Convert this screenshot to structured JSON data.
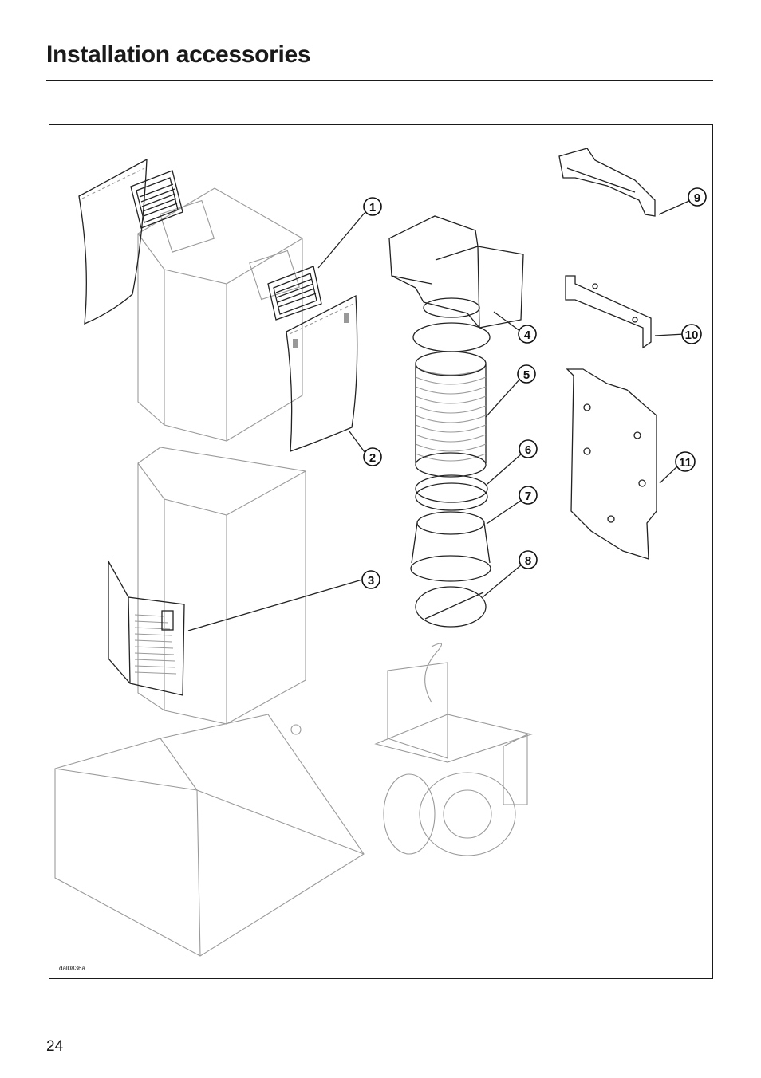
{
  "header": {
    "title": "Installation accessories"
  },
  "figure": {
    "code": "dal0836a",
    "callouts": [
      "1",
      "2",
      "3",
      "4",
      "5",
      "6",
      "7",
      "8",
      "9",
      "10",
      "11"
    ]
  },
  "footer": {
    "page_number": "24"
  }
}
